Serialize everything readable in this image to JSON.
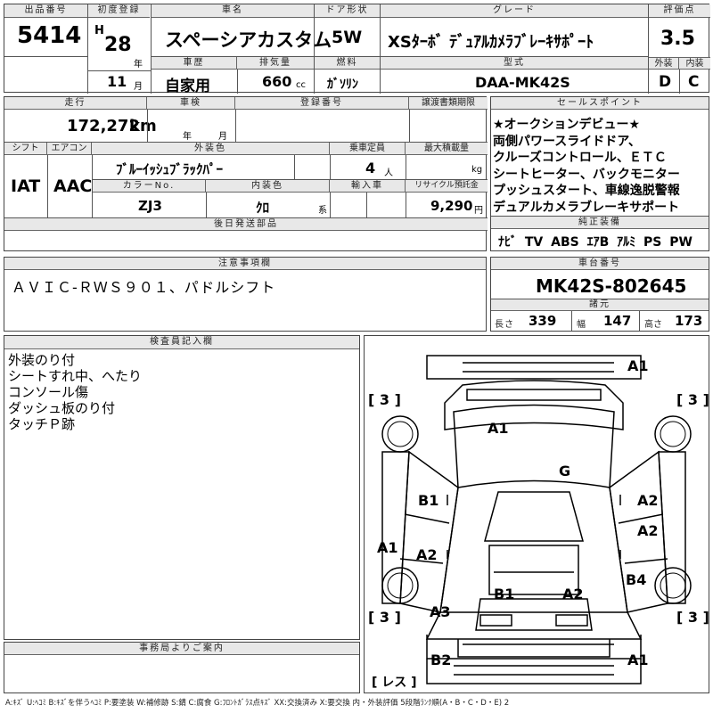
{
  "header": {
    "lot_no_label": "出品番号",
    "lot_no": "5414",
    "first_reg_label": "初度登録",
    "era": "H",
    "year": "28",
    "year_unit": "年",
    "month": "11",
    "month_unit": "月",
    "car_name_label": "車名",
    "car_name": "スペーシアカスタム",
    "car_history_label": "車歴",
    "car_history": "自家用",
    "displacement_label": "排気量",
    "displacement": "660",
    "displacement_unit": "cc",
    "door_label": "ドア形状",
    "door": "5W",
    "fuel_label": "燃料",
    "fuel": "ｶﾞｿﾘﾝ",
    "grade_label": "グレード",
    "grade": "XSﾀｰﾎﾞ ﾃﾞｭｱﾙｶﾒﾗﾌﾞﾚｰｷｻﾎﾟｰﾄ",
    "model_label": "型式",
    "model": "DAA-MK42S",
    "score_label": "評価点",
    "score": "3.5",
    "exterior_label": "外装",
    "exterior": "D",
    "interior_label": "内装",
    "interior": "C"
  },
  "details": {
    "mileage_label": "走行",
    "mileage": "172,272",
    "mileage_unit": "km",
    "inspection_label": "車検",
    "inspection_year_unit": "年",
    "inspection_month_unit": "月",
    "reg_no_label": "登録番号",
    "transfer_label": "譲渡書類期限",
    "shift_label": "シフト",
    "shift": "IAT",
    "ac_label": "エアコン",
    "ac": "AAC",
    "ext_color_label": "外装色",
    "ext_color": "ﾌﾞﾙｰｲｯｼｭﾌﾞﾗｯｸﾊﾟｰ",
    "capacity_label": "乗車定員",
    "capacity": "4",
    "capacity_unit": "人",
    "max_load_label": "最大積載量",
    "max_load_unit": "kg",
    "color_no_label": "カラーNo.",
    "color_no": "ZJ3",
    "int_color_label": "内装色",
    "int_color": "ｸﾛ",
    "int_color_unit": "系",
    "import_label": "輸入車",
    "recycle_label": "リサイクル預託金",
    "recycle": "9,290",
    "recycle_unit": "円",
    "later_parts_label": "後日発送部品"
  },
  "sales_points": {
    "label": "セールスポイント",
    "lines": [
      "★オークションデビュー★",
      "両側パワースライドドア、",
      "クルーズコントロール、ＥＴＣ",
      "シートヒーター、バックモニター",
      "プッシュスタート、車線逸脱警報",
      "デュアルカメラブレーキサポート"
    ]
  },
  "equipment": {
    "label": "純正装備",
    "items": [
      "ﾅﾋﾞ",
      "TV",
      "ABS",
      "ｴｱB",
      "ｱﾙﾐ",
      "PS",
      "PW"
    ]
  },
  "notes": {
    "label": "注意事項欄",
    "text": "ＡＶＩＣ-ＲＷＳ９０１、パドルシフト"
  },
  "chassis": {
    "label": "車台番号",
    "number": "MK42S-802645",
    "spec_label": "諸元",
    "length_label": "長さ",
    "length": "339",
    "width_label": "幅",
    "width": "147",
    "height_label": "高さ",
    "height": "173"
  },
  "inspector": {
    "label": "検査員記入欄",
    "lines": [
      "外装のり付",
      "シートすれ中、へたり",
      "コンソール傷",
      "ダッシュ板のり付",
      "タッチＰ跡"
    ]
  },
  "office": {
    "label": "事務局よりご案内"
  },
  "diagram": {
    "marks": [
      {
        "id": "front-bumper",
        "code": "A1"
      },
      {
        "id": "hood",
        "code": "A1"
      },
      {
        "id": "roof",
        "code": "G"
      },
      {
        "id": "left-front-door",
        "code": "B1"
      },
      {
        "id": "right-front-door",
        "code": "A2"
      },
      {
        "id": "right-rear-door",
        "code": "A2"
      },
      {
        "id": "left-front-fender",
        "code": "A1"
      },
      {
        "id": "left-rear-door",
        "code": "A2"
      },
      {
        "id": "right-rear-quarter",
        "code": "B4"
      },
      {
        "id": "rear-left",
        "code": "B1"
      },
      {
        "id": "rear-right",
        "code": "A2"
      },
      {
        "id": "left-rear-quarter",
        "code": "A3"
      },
      {
        "id": "rear-bumper-left",
        "code": "B2"
      },
      {
        "id": "rear-bumper-right",
        "code": "A1"
      }
    ],
    "tires": [
      {
        "id": "tire-front-left",
        "value": "[ 3 ]"
      },
      {
        "id": "tire-front-right",
        "value": "[ 3 ]"
      },
      {
        "id": "tire-rear-left",
        "value": "[ 3 ]"
      },
      {
        "id": "tire-rear-right",
        "value": "[ 3 ]"
      }
    ],
    "spare": "[ レス ]"
  },
  "legend": "A:ｷｽﾞ U:ﾍｺﾐ B:ｷｽﾞを伴うﾍｺﾐ P:要塗装 W:補修跡 S:錆 C:腐食 G:ﾌﾛﾝﾄｶﾞﾗｽ点ｷｽﾞ XX:交換済み X:要交換 内・外装評価 5段階ﾗﾝｸ順(A・B・C・D・E) 2"
}
